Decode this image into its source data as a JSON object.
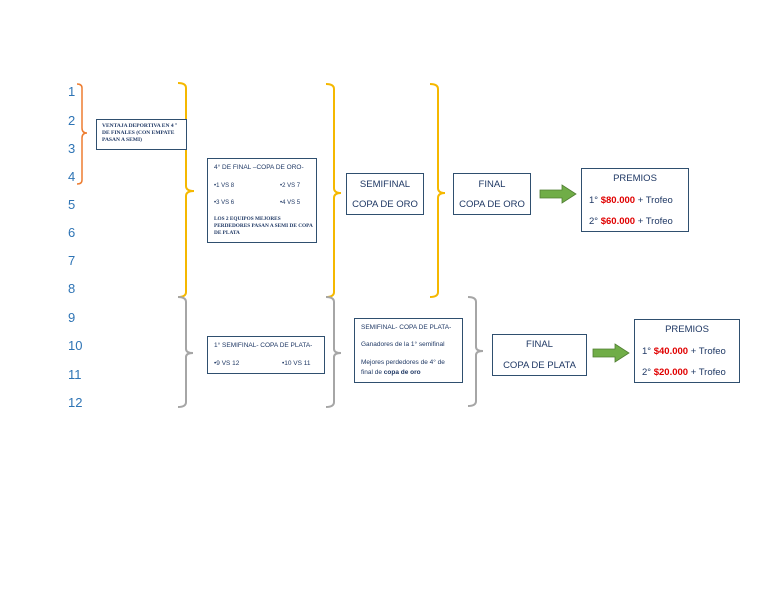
{
  "numbers": [
    "1",
    "2",
    "3",
    "4",
    "5",
    "6",
    "7",
    "8",
    "9",
    "10",
    "11",
    "12"
  ],
  "ventaja": "VENTAJA DEPORTIVA EN 4 ° DE FINALES (CON EMPATE PASAN A SEMI)",
  "oro_quarter": {
    "title": "4° DE FINAL –COPA DE ORO-",
    "m1": "•1 VS 8",
    "m2": "•2 VS 7",
    "m3": "•3 VS 6",
    "m4": "•4 VS 5",
    "note": "LOS 2 EQUIPOS MEJORES PERDEDORES PASAN A SEMI DE COPA DE PLATA"
  },
  "oro_semi": {
    "line1": "SEMIFINAL",
    "line2": "COPA DE ORO"
  },
  "oro_final": {
    "line1": "FINAL",
    "line2": "COPA DE ORO"
  },
  "oro_premios": {
    "title": "PREMIOS",
    "p1_prefix": "1° ",
    "p1_amount": "$80.000",
    "p1_suffix": " + Trofeo",
    "p2_prefix": "2° ",
    "p2_amount": "$60.000",
    "p2_suffix": " + Trofeo"
  },
  "plata_semi1": {
    "title": "1° SEMIFINAL- COPA DE PLATA-",
    "m1": "•9 VS 12",
    "m2": "•10 VS 11"
  },
  "plata_semi2": {
    "title": "SEMIFINAL- COPA DE PLATA-",
    "line1": "Ganadores de la 1° semifinal",
    "line2a": "Mejores perdedores de 4° de",
    "line2b": "final de ",
    "line2c": "copa de oro"
  },
  "plata_final": {
    "line1": "FINAL",
    "line2": "COPA DE PLATA"
  },
  "plata_premios": {
    "title": "PREMIOS",
    "p1_prefix": "1° ",
    "p1_amount": "$40.000",
    "p1_suffix": " + Trofeo",
    "p2_prefix": "2° ",
    "p2_amount": "$20.000",
    "p2_suffix": " + Trofeo"
  },
  "colors": {
    "gold": "#f5b800",
    "orange": "#ed7d31",
    "gray": "#a6a6a6",
    "green": "#70ad47",
    "blue": "#2e74b5",
    "red": "#e00000"
  }
}
